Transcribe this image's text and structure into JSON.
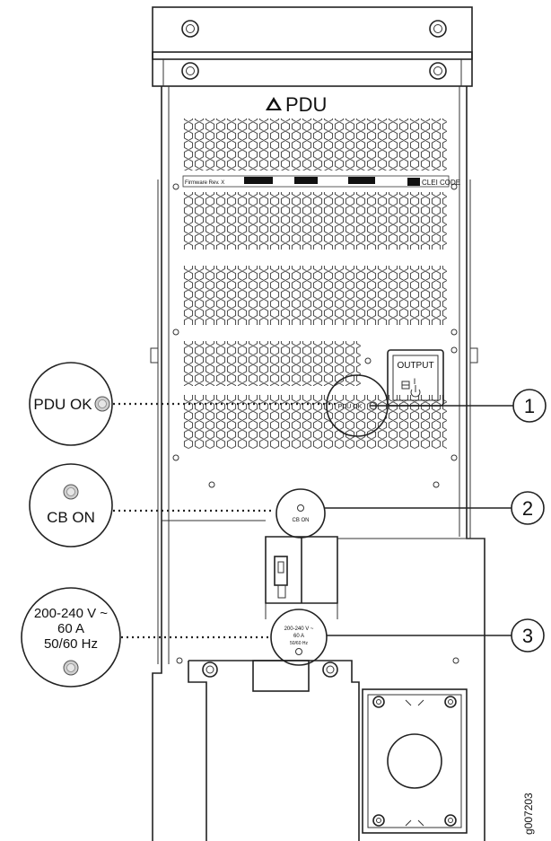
{
  "unit_title": "PDU",
  "label_strip": {
    "field_1": "Firmware Rev. X",
    "field_4": "CLEI CODE"
  },
  "output_switch": {
    "label": "OUTPUT",
    "standby_mark": "I"
  },
  "panel_labels": {
    "pdu_ok": "PDU OK",
    "cb_on": "CB ON",
    "rating_voltage": "200-240 V ~",
    "rating_current": "60 A",
    "rating_freq": "50/60 Hz"
  },
  "callouts": [
    {
      "number": "1",
      "text": "PDU OK"
    },
    {
      "number": "2",
      "text": "CB ON"
    },
    {
      "number": "3",
      "lines": [
        "200-240 V ~",
        "60 A",
        "50/60 Hz"
      ]
    }
  ],
  "figure_id": "g007203",
  "colors": {
    "line": "#222222",
    "led_fill": "#cfcfcf",
    "background": "#ffffff"
  }
}
